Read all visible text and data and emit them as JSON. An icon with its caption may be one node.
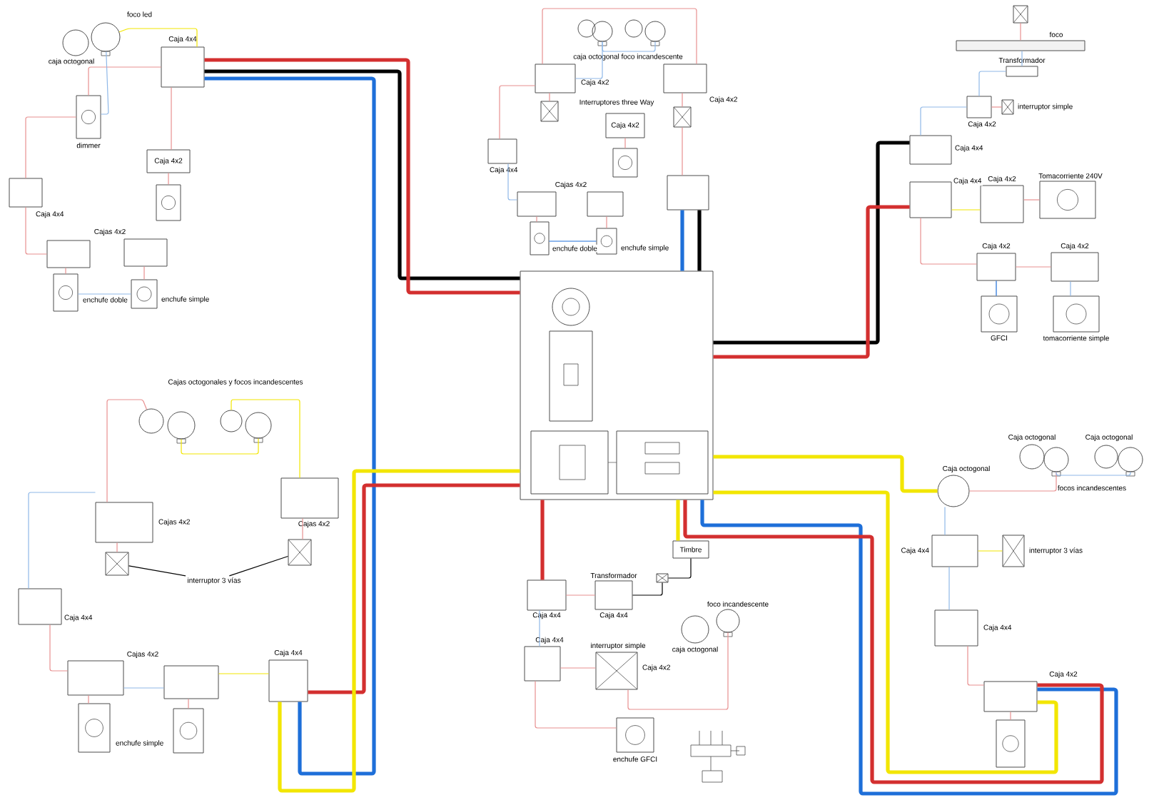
{
  "diagram": {
    "nodes": [
      {
        "text": [],
        "shape": "picture"
      },
      {
        "text": [],
        "shape": "circle",
        "beside": [
          "caja octogonal"
        ]
      },
      {
        "text": [],
        "shape": "circle",
        "beside": [
          "foco led"
        ]
      },
      {
        "text": [],
        "shape": "box",
        "beside": [
          "Caja 4x4"
        ]
      },
      {
        "text": [],
        "shape": "box",
        "beside": [
          "dimmer"
        ]
      },
      {
        "text": [
          "Caja 4x2"
        ]
      },
      {
        "text": [],
        "shape": "box"
      },
      {
        "text": [],
        "shape": "box",
        "beside": [
          "Caja 4x4"
        ]
      },
      {
        "text": [],
        "shape": "box",
        "beside": [
          "Cajas 4x2"
        ]
      },
      {
        "text": [],
        "shape": "box"
      },
      {
        "text": [],
        "shape": "box",
        "beside": [
          "enchufe doble"
        ]
      },
      {
        "text": [],
        "shape": "box",
        "beside": [
          "enchufe simple"
        ]
      },
      {
        "text": [],
        "shape": "circle"
      },
      {
        "text": [],
        "shape": "circle"
      },
      {
        "text": [],
        "shape": "circle"
      },
      {
        "text": [],
        "shape": "circle"
      },
      {
        "text": [],
        "shape": "box",
        "beside": [
          "Caja 4x2"
        ]
      },
      {
        "text": [],
        "shape": "box"
      },
      {
        "text": [
          "Caja 4x2"
        ]
      },
      {
        "text": [],
        "shape": "box"
      },
      {
        "text": [],
        "shape": "box",
        "beside": [
          "Caja 4x2"
        ]
      },
      {
        "text": [],
        "shape": "box"
      },
      {
        "text": [],
        "shape": "box",
        "beside": [
          "Caja 4x4"
        ]
      },
      {
        "text": [],
        "shape": "box",
        "beside": [
          "Cajas 4x2"
        ]
      },
      {
        "text": [],
        "shape": "box"
      },
      {
        "text": [],
        "shape": "box",
        "beside": [
          "enchufe doble"
        ]
      },
      {
        "text": [],
        "shape": "box",
        "beside": [
          "enchufe simple"
        ]
      },
      {
        "text": [],
        "shape": "box"
      },
      {
        "text": [],
        "shape": "box"
      },
      {
        "text": [],
        "shape": "bar",
        "beside": [
          "foco"
        ]
      },
      {
        "text": [],
        "shape": "box",
        "beside": [
          "Transformador"
        ]
      },
      {
        "text": [],
        "shape": "box",
        "beside": [
          "Caja 4x2"
        ]
      },
      {
        "text": [],
        "shape": "box",
        "beside": [
          "interruptor simple"
        ]
      },
      {
        "text": [],
        "shape": "box",
        "beside": [
          "Caja 4x4"
        ]
      },
      {
        "text": [],
        "shape": "box",
        "beside": [
          "Caja 4x4"
        ]
      },
      {
        "text": [],
        "shape": "box",
        "beside": [
          "Caja 4x2"
        ]
      },
      {
        "text": [],
        "shape": "box",
        "beside": [
          "Tomacorriente 240V"
        ]
      },
      {
        "text": [],
        "shape": "box",
        "beside": [
          "Caja 4x2"
        ]
      },
      {
        "text": [],
        "shape": "box",
        "beside": [
          "Caja 4x2"
        ]
      },
      {
        "text": [],
        "shape": "box",
        "beside": [
          "GFCI"
        ]
      },
      {
        "text": [],
        "shape": "box",
        "beside": [
          "tomacorriente simple"
        ]
      },
      {
        "text": [],
        "shape": "circle"
      },
      {
        "text": [],
        "shape": "circle"
      },
      {
        "text": [],
        "shape": "circle"
      },
      {
        "text": [],
        "shape": "circle"
      },
      {
        "text": [],
        "shape": "box",
        "beside": [
          "Cajas 4x2"
        ]
      },
      {
        "text": [],
        "shape": "box"
      },
      {
        "text": [],
        "shape": "box",
        "beside": [
          "Cajas 4x2"
        ]
      },
      {
        "text": [],
        "shape": "box"
      },
      {
        "text": [],
        "shape": "box",
        "beside": [
          "Caja 4x4"
        ]
      },
      {
        "text": [],
        "shape": "box",
        "beside": [
          "Cajas 4x2"
        ]
      },
      {
        "text": [],
        "shape": "box"
      },
      {
        "text": [],
        "shape": "box",
        "beside": [
          "enchufe simple"
        ]
      },
      {
        "text": [],
        "shape": "box"
      },
      {
        "text": [],
        "shape": "box",
        "beside": [
          "Caja 4x4"
        ]
      },
      {
        "text": [
          "interruptor 3 vías"
        ]
      },
      {
        "text": [
          "Timbre"
        ]
      },
      {
        "text": [],
        "shape": "box",
        "beside": [
          "Transformador",
          "Caja 4x4"
        ]
      },
      {
        "text": [],
        "shape": "box"
      },
      {
        "text": [],
        "shape": "box",
        "beside": [
          "Caja 4x4"
        ]
      },
      {
        "text": [],
        "shape": "box",
        "beside": [
          "Caja 4x4"
        ]
      },
      {
        "text": [],
        "shape": "box",
        "beside": [
          "interruptor simple",
          "Caja 4x2"
        ]
      },
      {
        "text": [],
        "shape": "circle",
        "beside": [
          "caja octogonal"
        ]
      },
      {
        "text": [],
        "shape": "circle",
        "beside": [
          "foco incandescente"
        ]
      },
      {
        "text": [],
        "shape": "box",
        "beside": [
          "enchufe GFCI"
        ]
      },
      {
        "text": [],
        "shape": "circle",
        "beside": [
          "Caja octogonal"
        ]
      },
      {
        "text": [],
        "shape": "circle",
        "beside": [
          "Caja octogonal"
        ]
      },
      {
        "text": [],
        "shape": "circle"
      },
      {
        "text": [],
        "shape": "circle",
        "beside": [
          "Caja octogonal"
        ]
      },
      {
        "text": [],
        "shape": "circle",
        "beside": [
          "focos incandescentes"
        ]
      },
      {
        "text": [],
        "shape": "box",
        "beside": [
          "Caja 4x4"
        ]
      },
      {
        "text": [],
        "shape": "box",
        "beside": [
          "interruptor 3 vías"
        ]
      },
      {
        "text": [],
        "shape": "box",
        "beside": [
          "Caja 4x4"
        ]
      },
      {
        "text": [],
        "shape": "box",
        "beside": [
          "Caja 4x2"
        ]
      },
      {
        "text": [],
        "shape": "box"
      }
    ],
    "edges": [
      {
        "from": 0,
        "to": 3,
        "arrow": "none",
        "style": "thick",
        "color": "#000000"
      },
      {
        "from": 0,
        "to": 27,
        "arrow": "none",
        "style": "thick",
        "color": "#000000"
      },
      {
        "from": 0,
        "to": 33,
        "arrow": "none",
        "style": "thick",
        "color": "#000000"
      },
      {
        "from": 0,
        "to": 3,
        "arrow": "none",
        "style": "thick",
        "color": "#d32f2f"
      },
      {
        "from": 3,
        "to": 54,
        "arrow": "none",
        "style": "thick",
        "color": "#1e6fd9"
      },
      {
        "from": 0,
        "to": 54,
        "arrow": "none",
        "style": "thick",
        "color": "#d32f2f"
      },
      {
        "from": 0,
        "to": 54,
        "arrow": "none",
        "style": "thick",
        "color": "#f2e600"
      },
      {
        "from": 0,
        "to": 59,
        "arrow": "none",
        "style": "thick",
        "color": "#d32f2f"
      },
      {
        "from": 0,
        "to": 73,
        "arrow": "none",
        "style": "thick",
        "color": "#1e6fd9"
      },
      {
        "from": 0,
        "to": 73,
        "arrow": "none",
        "style": "thick",
        "color": "#d32f2f"
      },
      {
        "from": 0,
        "to": 73,
        "arrow": "none",
        "style": "thick",
        "color": "#f2e600"
      },
      {
        "from": 0,
        "to": 34,
        "arrow": "none",
        "style": "thick",
        "color": "#d32f2f"
      },
      {
        "from": 0,
        "to": 65,
        "arrow": "none",
        "style": "thick",
        "color": "#f2e600"
      },
      {
        "from": 27,
        "to": 0,
        "arrow": "none",
        "style": "thick",
        "color": "#1e6fd9"
      },
      {
        "from": 0,
        "to": 56,
        "arrow": "none",
        "style": "thick",
        "color": "#f2e600"
      },
      {
        "from": 2,
        "to": 3,
        "arrow": "none",
        "color": "#f2e600"
      },
      {
        "from": 3,
        "to": 4,
        "arrow": "none",
        "color": "#e89090"
      },
      {
        "from": 3,
        "to": 5,
        "arrow": "none",
        "color": "#e89090"
      },
      {
        "from": 5,
        "to": 6,
        "arrow": "none",
        "color": "#e89090"
      },
      {
        "from": 7,
        "to": 4,
        "arrow": "none",
        "color": "#e89090"
      },
      {
        "from": 7,
        "to": 8,
        "arrow": "none",
        "color": "#e89090"
      },
      {
        "from": 8,
        "to": 10,
        "arrow": "none",
        "color": "#e89090"
      },
      {
        "from": 10,
        "to": 11,
        "arrow": "none",
        "color": "#8fb8e8"
      },
      {
        "from": 9,
        "to": 11,
        "arrow": "none",
        "color": "#e89090"
      },
      {
        "from": 4,
        "to": 2,
        "arrow": "none",
        "color": "#8fb8e8"
      },
      {
        "from": 16,
        "to": 17,
        "arrow": "none",
        "color": "#e89090"
      },
      {
        "from": 13,
        "to": 16,
        "arrow": "none",
        "color": "#8fb8e8"
      },
      {
        "from": 13,
        "to": 15,
        "arrow": "none",
        "color": "#8fb8e8"
      },
      {
        "from": 20,
        "to": 21,
        "arrow": "none",
        "color": "#e89090"
      },
      {
        "from": 16,
        "to": 20,
        "arrow": "none",
        "color": "#e89090"
      },
      {
        "from": 18,
        "to": 19,
        "arrow": "none",
        "color": "#e89090"
      },
      {
        "from": 22,
        "to": 16,
        "arrow": "none",
        "color": "#e89090"
      },
      {
        "from": 22,
        "to": 23,
        "arrow": "none",
        "color": "#8fb8e8"
      },
      {
        "from": 23,
        "to": 25,
        "arrow": "none",
        "color": "#e89090"
      },
      {
        "from": 25,
        "to": 26,
        "arrow": "none",
        "color": "#1e6fd9"
      },
      {
        "from": 24,
        "to": 26,
        "arrow": "none",
        "color": "#e89090"
      },
      {
        "from": 21,
        "to": 27,
        "arrow": "none",
        "color": "#e89090"
      },
      {
        "from": 29,
        "to": 28,
        "arrow": "none",
        "color": "#e89090"
      },
      {
        "from": 29,
        "to": 30,
        "arrow": "none",
        "color": "#8fb8e8"
      },
      {
        "from": 30,
        "to": 31,
        "arrow": "none",
        "color": "#8fb8e8"
      },
      {
        "from": 31,
        "to": 32,
        "arrow": "none",
        "color": "#e89090"
      },
      {
        "from": 33,
        "to": 31,
        "arrow": "none",
        "color": "#8fb8e8"
      },
      {
        "from": 34,
        "to": 35,
        "arrow": "none",
        "color": "#f2e600"
      },
      {
        "from": 35,
        "to": 36,
        "arrow": "none",
        "color": "#e89090"
      },
      {
        "from": 34,
        "to": 37,
        "arrow": "none",
        "color": "#e89090"
      },
      {
        "from": 37,
        "to": 39,
        "arrow": "none",
        "color": "#1e6fd9"
      },
      {
        "from": 37,
        "to": 38,
        "arrow": "none",
        "color": "#e89090"
      },
      {
        "from": 38,
        "to": 40,
        "arrow": "none",
        "color": "#8fb8e8"
      },
      {
        "from": 45,
        "to": 46,
        "arrow": "none",
        "color": "#e89090"
      },
      {
        "from": 47,
        "to": 48,
        "arrow": "none",
        "color": "#e89090"
      },
      {
        "from": 45,
        "to": 41,
        "arrow": "none",
        "color": "#e89090"
      },
      {
        "from": 42,
        "to": 44,
        "arrow": "none",
        "color": "#f2e600"
      },
      {
        "from": 47,
        "to": 43,
        "arrow": "none",
        "color": "#f2e600"
      },
      {
        "from": 49,
        "to": 45,
        "arrow": "none",
        "color": "#8fb8e8"
      },
      {
        "from": 49,
        "to": 50,
        "arrow": "none",
        "color": "#e89090"
      },
      {
        "from": 50,
        "to": 52,
        "arrow": "none",
        "color": "#e89090"
      },
      {
        "from": 51,
        "to": 53,
        "arrow": "none",
        "color": "#e89090"
      },
      {
        "from": 50,
        "to": 51,
        "arrow": "none",
        "color": "#8fb8e8"
      },
      {
        "from": 51,
        "to": 54,
        "arrow": "none",
        "color": "#f2e600"
      },
      {
        "from": 55,
        "to": 46,
        "arrow": "none",
        "color": "#000000"
      },
      {
        "from": 55,
        "to": 48,
        "arrow": "none",
        "color": "#000000"
      },
      {
        "from": 59,
        "to": 57,
        "arrow": "none",
        "color": "#e89090"
      },
      {
        "from": 57,
        "to": 58,
        "arrow": "none",
        "color": "#000000"
      },
      {
        "from": 58,
        "to": 56,
        "arrow": "none",
        "color": "#000000"
      },
      {
        "from": 60,
        "to": 61,
        "arrow": "none",
        "color": "#e89090"
      },
      {
        "from": 61,
        "to": 63,
        "arrow": "none",
        "color": "#e89090"
      },
      {
        "from": 60,
        "to": 64,
        "arrow": "none",
        "color": "#e89090"
      },
      {
        "from": 59,
        "to": 60,
        "arrow": "none",
        "color": "#8fb8e8"
      },
      {
        "from": 65,
        "to": 67,
        "arrow": "none",
        "color": "#e89090"
      },
      {
        "from": 67,
        "to": 69,
        "arrow": "none",
        "color": "#8fb8e8"
      },
      {
        "from": 65,
        "to": 70,
        "arrow": "none",
        "color": "#8fb8e8"
      },
      {
        "from": 70,
        "to": 71,
        "arrow": "none",
        "color": "#f2e600"
      },
      {
        "from": 70,
        "to": 72,
        "arrow": "none",
        "color": "#8fb8e8"
      },
      {
        "from": 72,
        "to": 73,
        "arrow": "none",
        "color": "#e89090"
      },
      {
        "from": 73,
        "to": 74,
        "arrow": "none",
        "color": "#e89090"
      }
    ],
    "labels": [
      "caja octogonal foco incandescente",
      "Interruptores three Way",
      "Cajas octogonales y focos incandescentes"
    ]
  }
}
